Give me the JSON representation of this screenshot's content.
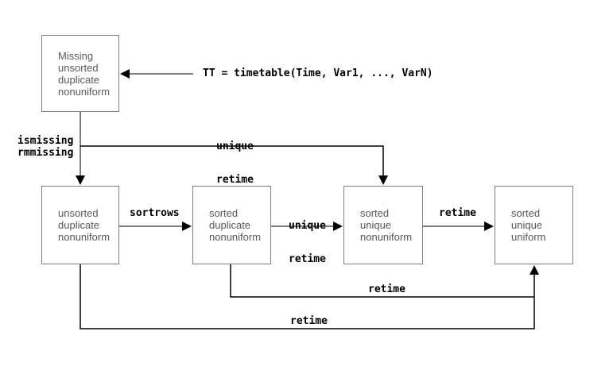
{
  "colors": {
    "background": "#ffffff",
    "box_border": "#808080",
    "box_text": "#595959",
    "gray_arrow": "#7d7d7d",
    "black_path": "#000000",
    "label_text": "#000000"
  },
  "code_annotation": "TT = timetable(Time, Var1, ..., VarN)",
  "boxes": {
    "missing_unsorted_duplicate_nonuniform": {
      "lines": [
        "Missing",
        "unsorted",
        "duplicate",
        "nonuniform"
      ]
    },
    "unsorted_duplicate_nonuniform": {
      "lines": [
        "unsorted",
        "duplicate",
        "nonuniform"
      ]
    },
    "sorted_duplicate_nonuniform": {
      "lines": [
        "sorted",
        "duplicate",
        "nonuniform"
      ]
    },
    "sorted_unique_nonuniform": {
      "lines": [
        "sorted",
        "unique",
        "nonuniform"
      ]
    },
    "sorted_unique_uniform": {
      "lines": [
        "sorted",
        "unique",
        "uniform"
      ]
    }
  },
  "labels": {
    "ismissing": "ismissing",
    "rmmissing": "rmmissing",
    "top_branch": [
      "unique",
      "retime"
    ],
    "sortrows": "sortrows",
    "mid_branch": [
      "unique",
      "retime"
    ],
    "retime_direct": "retime",
    "retime_from_sorted_duplicate": "retime",
    "retime_from_unsorted": "retime"
  }
}
